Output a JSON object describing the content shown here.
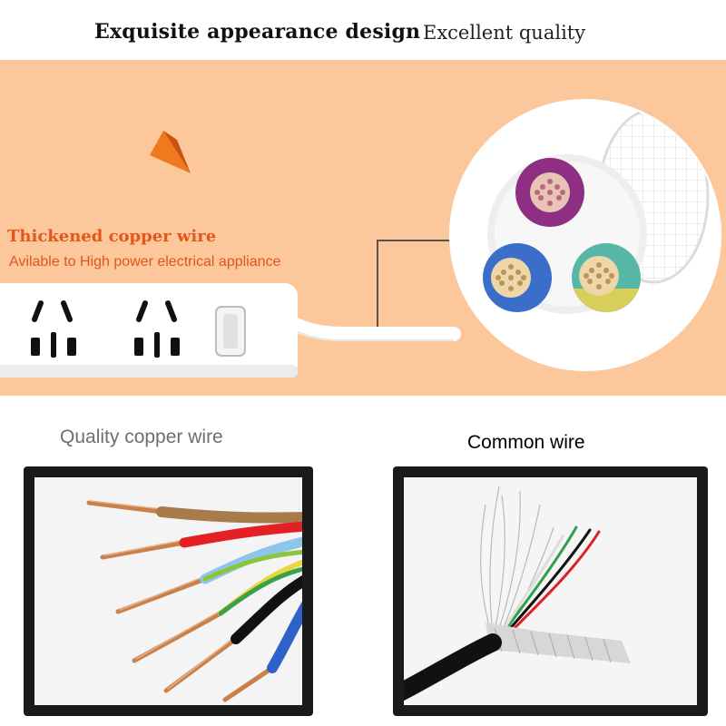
{
  "header": {
    "bold_title": "Exquisite appearance design",
    "regular_title": "Excellent quality"
  },
  "banner": {
    "heading": "Thickened copper wire",
    "subheading": "Avilable to High power electrical appliance",
    "background_color": "#fcc79b",
    "accent_color": "#e5561b"
  },
  "comparison": {
    "left_label": "Quality copper wire",
    "right_label": "Common wire"
  },
  "cable_colors": {
    "purple": "#8e2f84",
    "blue": "#3b6ec9",
    "teal": "#57b7a6"
  }
}
